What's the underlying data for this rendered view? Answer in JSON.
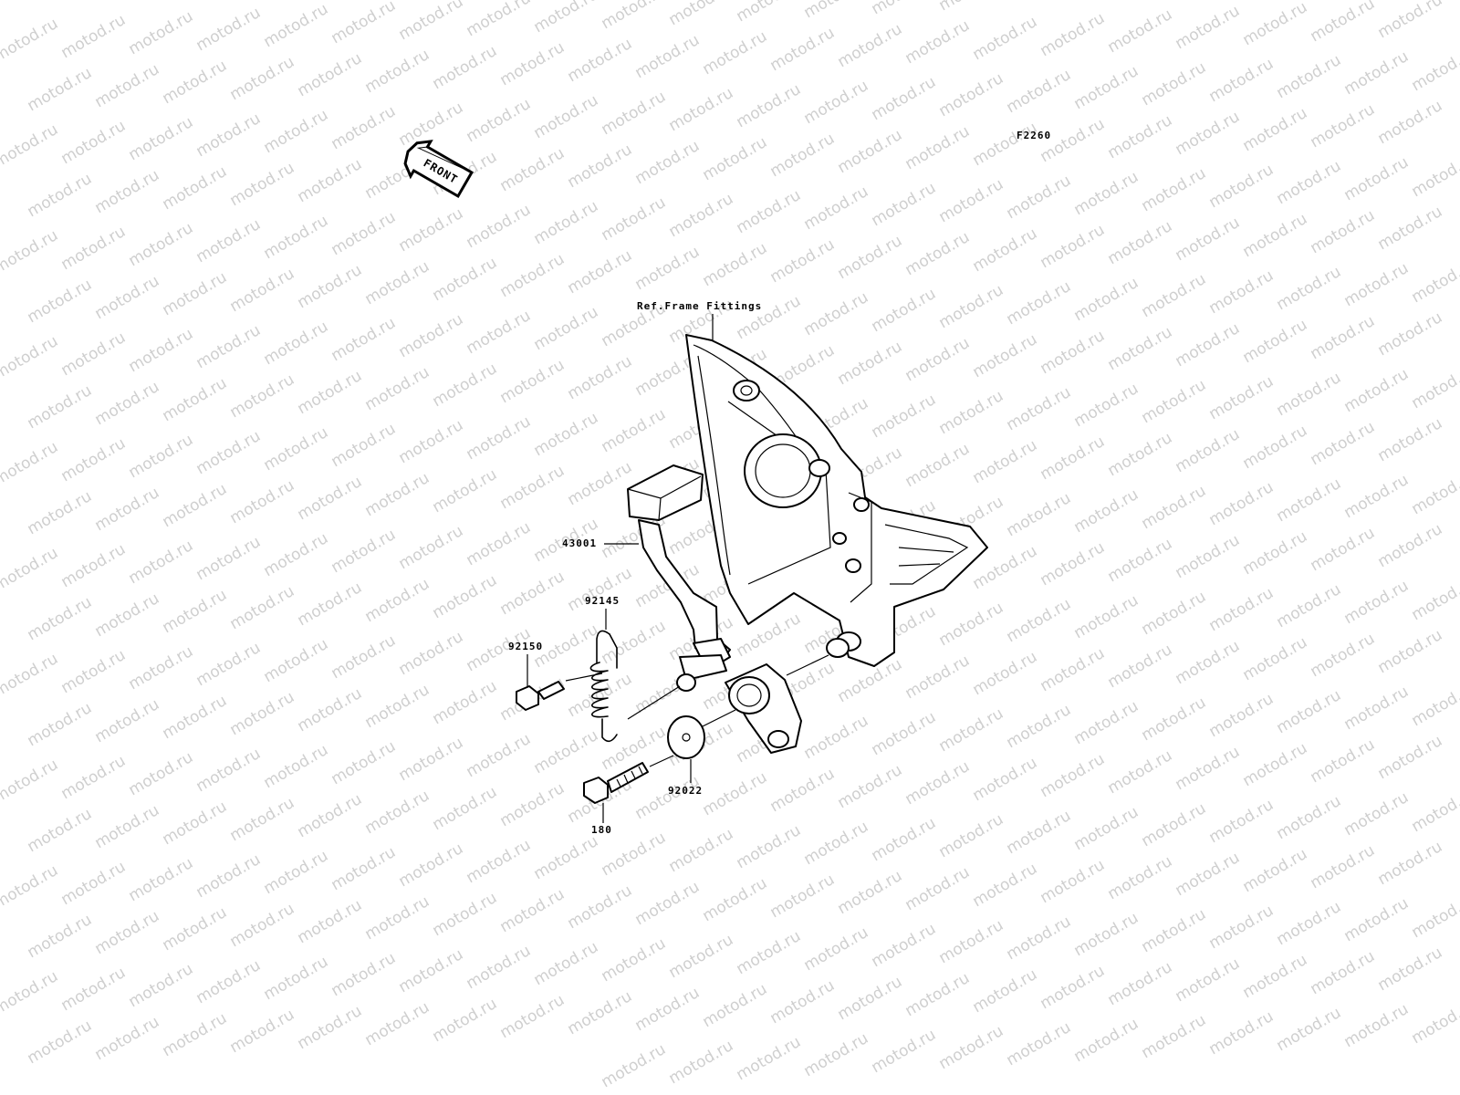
{
  "diagram": {
    "code": "F2260",
    "front_label": "FRONT",
    "ref_label": "Ref.Frame Fittings",
    "parts": [
      {
        "id": "43001"
      },
      {
        "id": "92145"
      },
      {
        "id": "92150"
      },
      {
        "id": "92022"
      },
      {
        "id": "180"
      }
    ]
  },
  "watermark": {
    "text": "motod.ru",
    "color": "#cfcfcf"
  }
}
